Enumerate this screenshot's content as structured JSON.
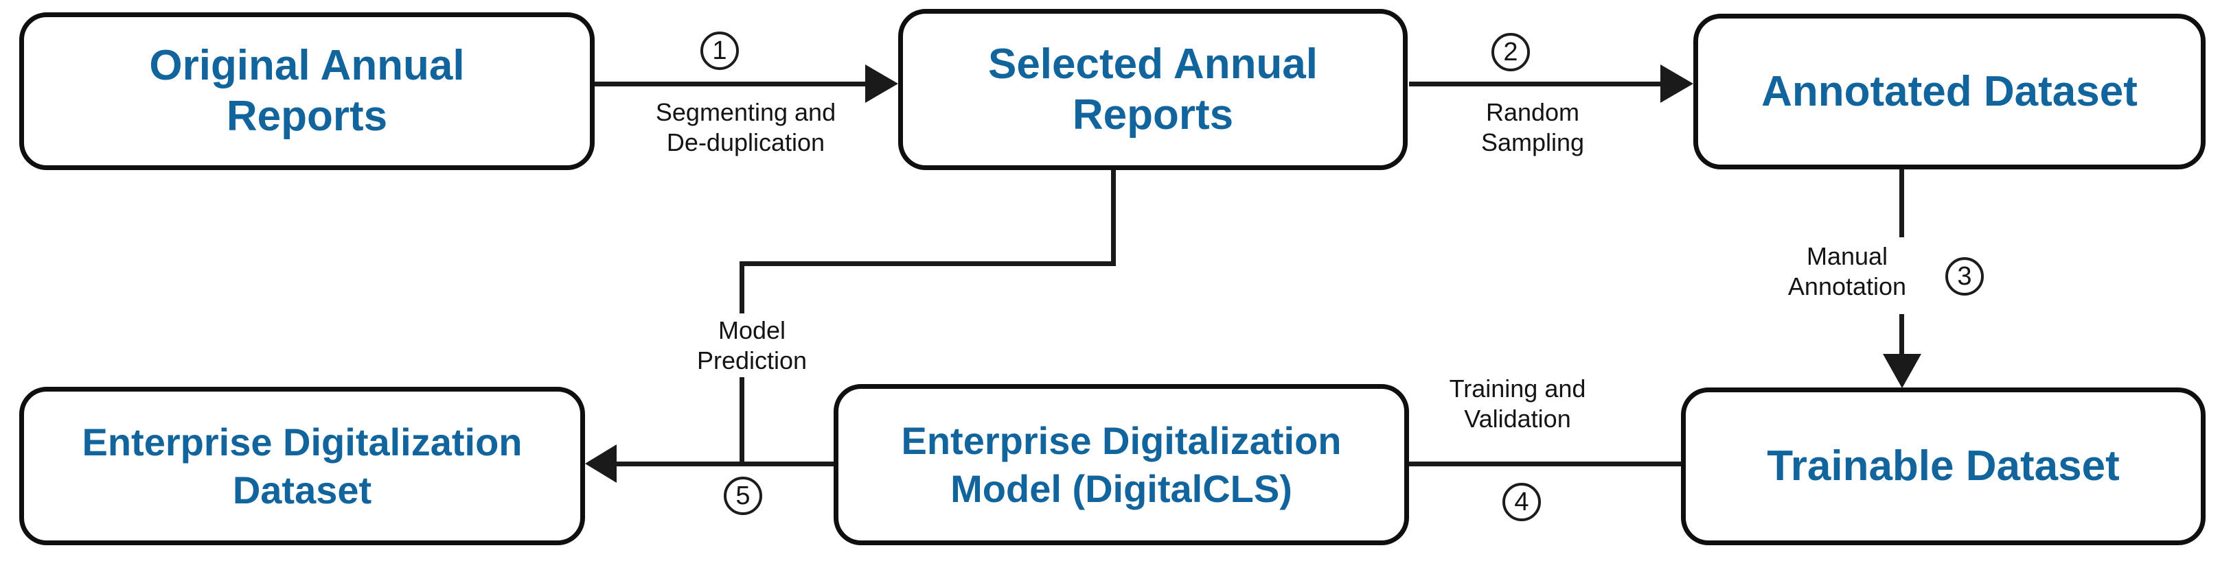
{
  "diagram": {
    "type": "flowchart",
    "colors": {
      "node_text": "#12649D",
      "line": "#1a1a1a",
      "node_border": "#0f0f0f",
      "background": "#ffffff"
    },
    "nodes": {
      "original": {
        "label": "Original Annual\nReports"
      },
      "selected": {
        "label": "Selected Annual\nReports"
      },
      "annotated": {
        "label": "Annotated Dataset"
      },
      "trainable": {
        "label": "Trainable Dataset"
      },
      "model": {
        "label": "Enterprise Digitalization\nModel (DigitalCLS)"
      },
      "output": {
        "label": "Enterprise Digitalization\nDataset"
      }
    },
    "steps": {
      "step1": {
        "number": "1",
        "label": "Segmenting and\nDe-duplication"
      },
      "step2": {
        "number": "2",
        "label": "Random\nSampling"
      },
      "step3": {
        "number": "3",
        "label": "Manual\nAnnotation"
      },
      "step4": {
        "number": "4",
        "label": "Training and\nValidation"
      },
      "step5": {
        "number": "5",
        "label": "Model\nPrediction"
      }
    }
  }
}
